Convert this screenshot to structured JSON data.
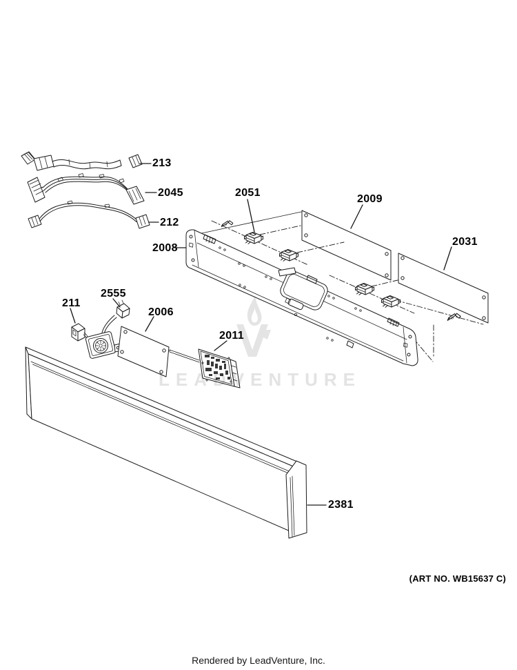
{
  "colors": {
    "line": "#1a1a1a",
    "watermark": "#e3e3e3",
    "background": "#ffffff"
  },
  "watermark": {
    "text": "LEADVENTURE",
    "logo": "leadventure-flame-v-logo"
  },
  "footer": {
    "art_no": "(ART NO. WB15637 C)",
    "credit": "Rendered by LeadVenture, Inc."
  },
  "callouts": [
    {
      "part_number": "213",
      "item": "ribbon-cable"
    },
    {
      "part_number": "2045",
      "item": "wire-harness"
    },
    {
      "part_number": "212",
      "item": "wire-harness"
    },
    {
      "part_number": "2051",
      "item": "switch"
    },
    {
      "part_number": "2009",
      "item": "rear-panel"
    },
    {
      "part_number": "2008",
      "item": "bracket-panel"
    },
    {
      "part_number": "2031",
      "item": "end-panel"
    },
    {
      "part_number": "211",
      "item": "connector"
    },
    {
      "part_number": "2555",
      "item": "connector"
    },
    {
      "part_number": "2006",
      "item": "cover-plate"
    },
    {
      "part_number": "2011",
      "item": "circuit-board"
    },
    {
      "part_number": "2381",
      "item": "trim-panel"
    }
  ]
}
